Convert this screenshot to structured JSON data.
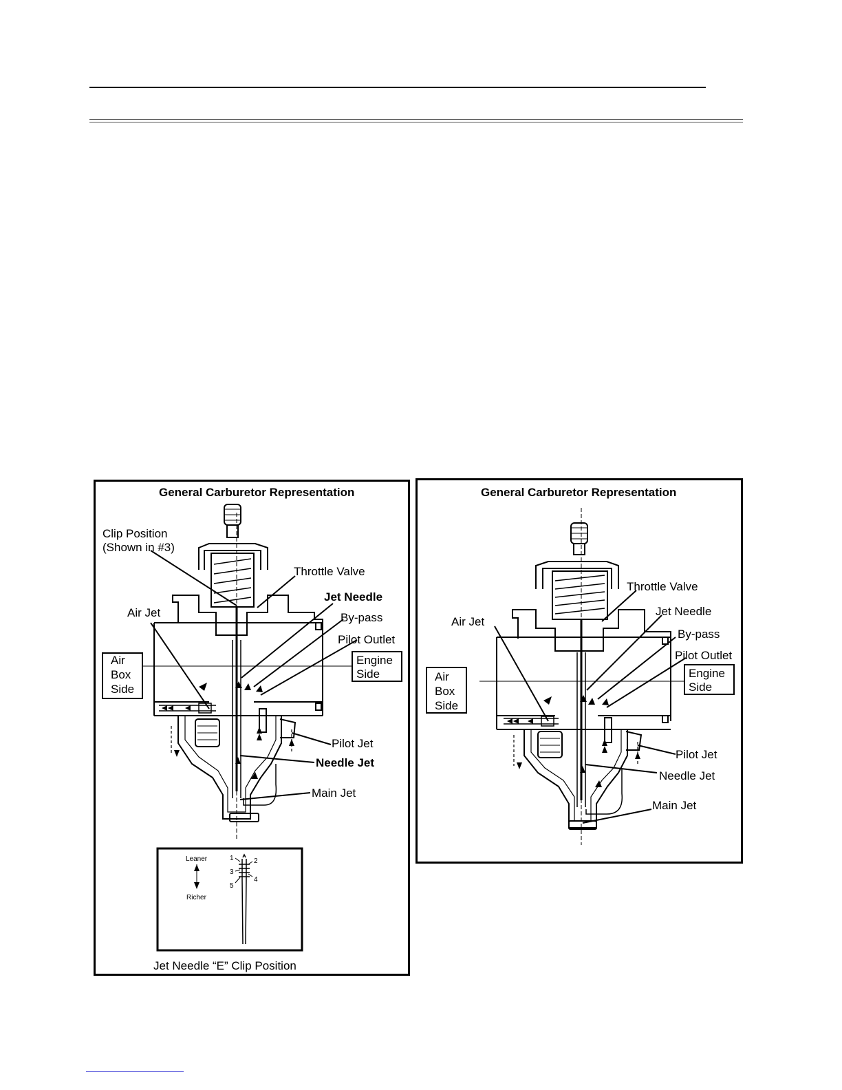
{
  "diagrams": [
    {
      "title": "General Carburetor Representation",
      "labels": {
        "clip_position_1": "Clip Position",
        "clip_position_2": "(Shown in #3)",
        "throttle_valve": "Throttle Valve",
        "jet_needle": "Jet Needle",
        "air_jet": "Air Jet",
        "by_pass": "By-pass",
        "pilot_outlet": "Pilot Outlet",
        "air_box_1": "Air",
        "air_box_2": "Box",
        "air_box_3": "Side",
        "engine_1": "Engine",
        "engine_2": "Side",
        "pilot_jet": "Pilot Jet",
        "needle_jet": "Needle Jet",
        "main_jet": "Main Jet"
      },
      "inset": {
        "leaner": "Leaner",
        "richer": "Richer",
        "positions": [
          "1",
          "2",
          "3",
          "4",
          "5"
        ],
        "caption": "Jet Needle “E” Clip Position"
      }
    },
    {
      "title": "General Carburetor Representation",
      "labels": {
        "throttle_valve": "Throttle Valve",
        "jet_needle": "Jet Needle",
        "air_jet": "Air Jet",
        "by_pass": "By-pass",
        "pilot_outlet": "Pilot Outlet",
        "air_box_1": "Air",
        "air_box_2": "Box",
        "air_box_3": "Side",
        "engine_1": "Engine",
        "engine_2": "Side",
        "pilot_jet": "Pilot Jet",
        "needle_jet": "Needle Jet",
        "main_jet": "Main Jet"
      }
    }
  ]
}
